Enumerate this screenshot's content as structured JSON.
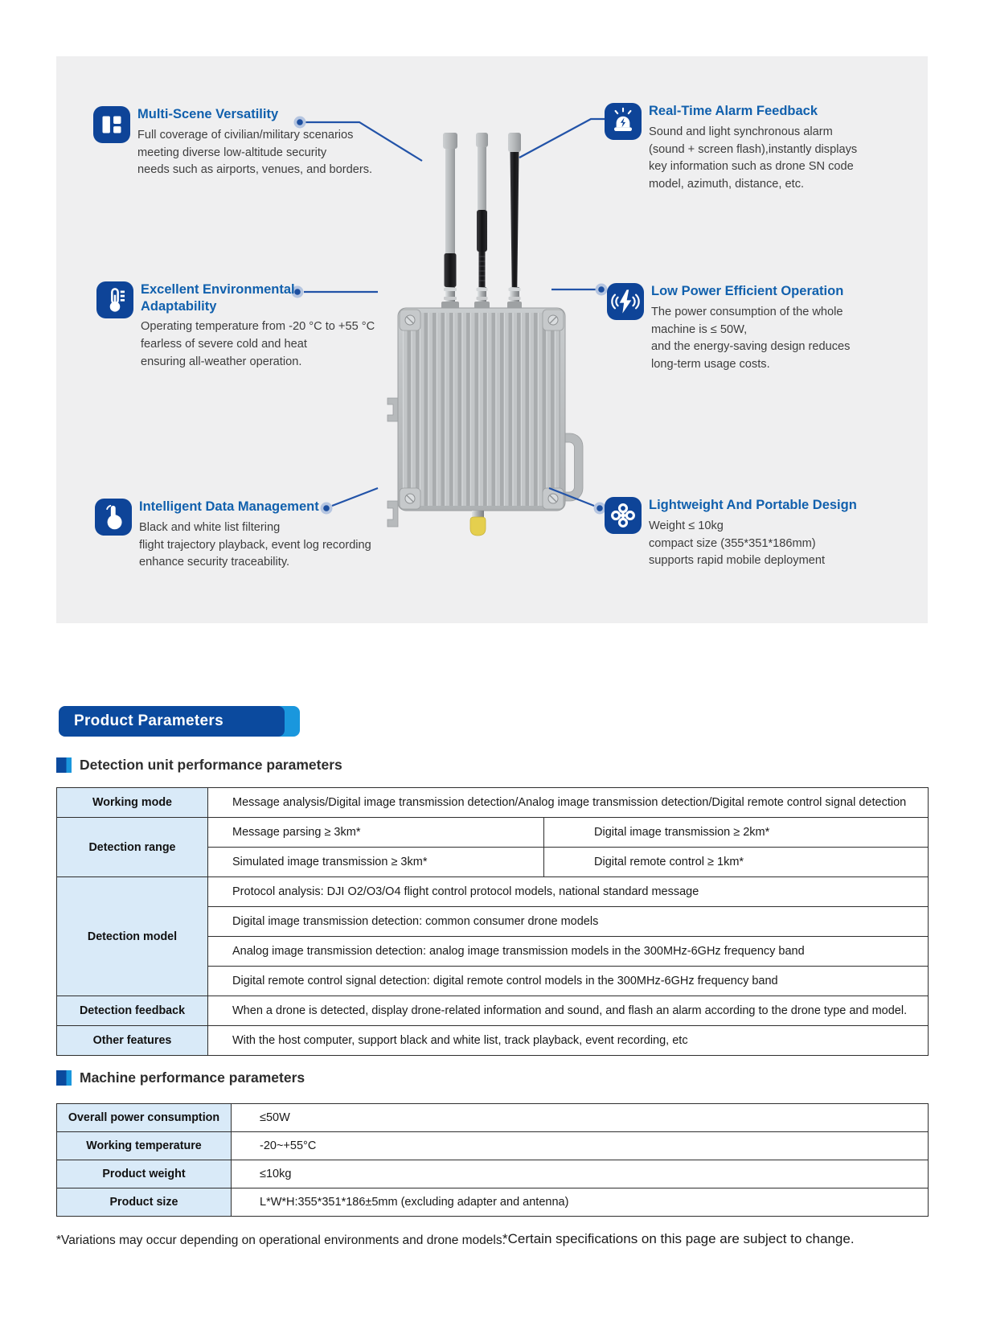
{
  "colors": {
    "brand_dark_blue": "#0b4a9e",
    "brand_light_blue": "#1a97dd",
    "feature_title_blue": "#1160ad",
    "icon_tile_blue": "#0e4498",
    "hero_background": "#efeff0",
    "table_label_background": "#d9eaf8"
  },
  "hero": {
    "features": [
      {
        "icon": "layout-grid-icon",
        "title": "Multi-Scene Versatility",
        "description": "Full coverage of civilian/military scenarios\nmeeting diverse low-altitude security\nneeds such as airports, venues, and borders."
      },
      {
        "icon": "siren-alarm-icon",
        "title": "Real-Time Alarm Feedback",
        "description": "Sound and light synchronous alarm\n(sound + screen flash),instantly displays\nkey information such as drone SN code\nmodel, azimuth, distance, etc."
      },
      {
        "icon": "thermometer-icon",
        "title": "Excellent Environmental\nAdaptability",
        "description": "Operating temperature from -20 °C to +55 °C\nfearless of severe cold and heat\nensuring all-weather operation."
      },
      {
        "icon": "power-bolt-icon",
        "title": "Low Power Efficient Operation",
        "description": "The power consumption of the whole\nmachine is ≤ 50W,\nand the energy-saving design reduces\nlong-term usage costs."
      },
      {
        "icon": "touch-hand-icon",
        "title": "Intelligent Data Management",
        "description": "Black and white list filtering\nflight trajectory playback, event log recording\nenhance security traceability."
      },
      {
        "icon": "knot-link-icon",
        "title": "Lightweight And Portable Design",
        "description": "Weight ≤ 10kg\ncompact size (355*351*186mm)\nsupports rapid mobile deployment"
      }
    ]
  },
  "sections": {
    "banner_label": "Product Parameters"
  },
  "detection_table": {
    "heading": "Detection unit performance parameters",
    "working_mode": {
      "label": "Working mode",
      "value": "Message analysis/Digital image transmission detection/Analog image transmission detection/Digital remote control signal detection"
    },
    "detection_range": {
      "label": "Detection range",
      "cells": [
        [
          "Message parsing ≥ 3km*",
          "Digital image transmission ≥ 2km*"
        ],
        [
          "Simulated image transmission ≥ 3km*",
          "Digital remote control ≥ 1km*"
        ]
      ]
    },
    "detection_model": {
      "label": "Detection model",
      "rows": [
        "Protocol analysis: DJI O2/O3/O4 flight control protocol models, national standard message",
        "Digital image transmission detection: common consumer drone models",
        "Analog image transmission detection: analog image transmission models in the 300MHz-6GHz frequency band",
        "Digital remote control signal detection: digital remote control models in the 300MHz-6GHz frequency band"
      ]
    },
    "detection_feedback": {
      "label": "Detection feedback",
      "value": "When a drone is detected, display drone-related information and sound, and flash an alarm according to the drone type and model."
    },
    "other_features": {
      "label": "Other features",
      "value": "With the host computer, support black and white list, track playback, event recording, etc"
    }
  },
  "machine_table": {
    "heading": "Machine performance parameters",
    "rows": [
      {
        "label": "Overall power consumption",
        "value": "≤50W"
      },
      {
        "label": "Working temperature",
        "value": "-20~+55°C"
      },
      {
        "label": "Product weight",
        "value": "≤10kg"
      },
      {
        "label": "Product size",
        "value": "L*W*H:355*351*186±5mm (excluding adapter and antenna)"
      }
    ]
  },
  "footnotes": {
    "left": "*Variations may occur depending on operational environments and drone models.",
    "right": "*Certain specifications on this page are subject to change."
  }
}
